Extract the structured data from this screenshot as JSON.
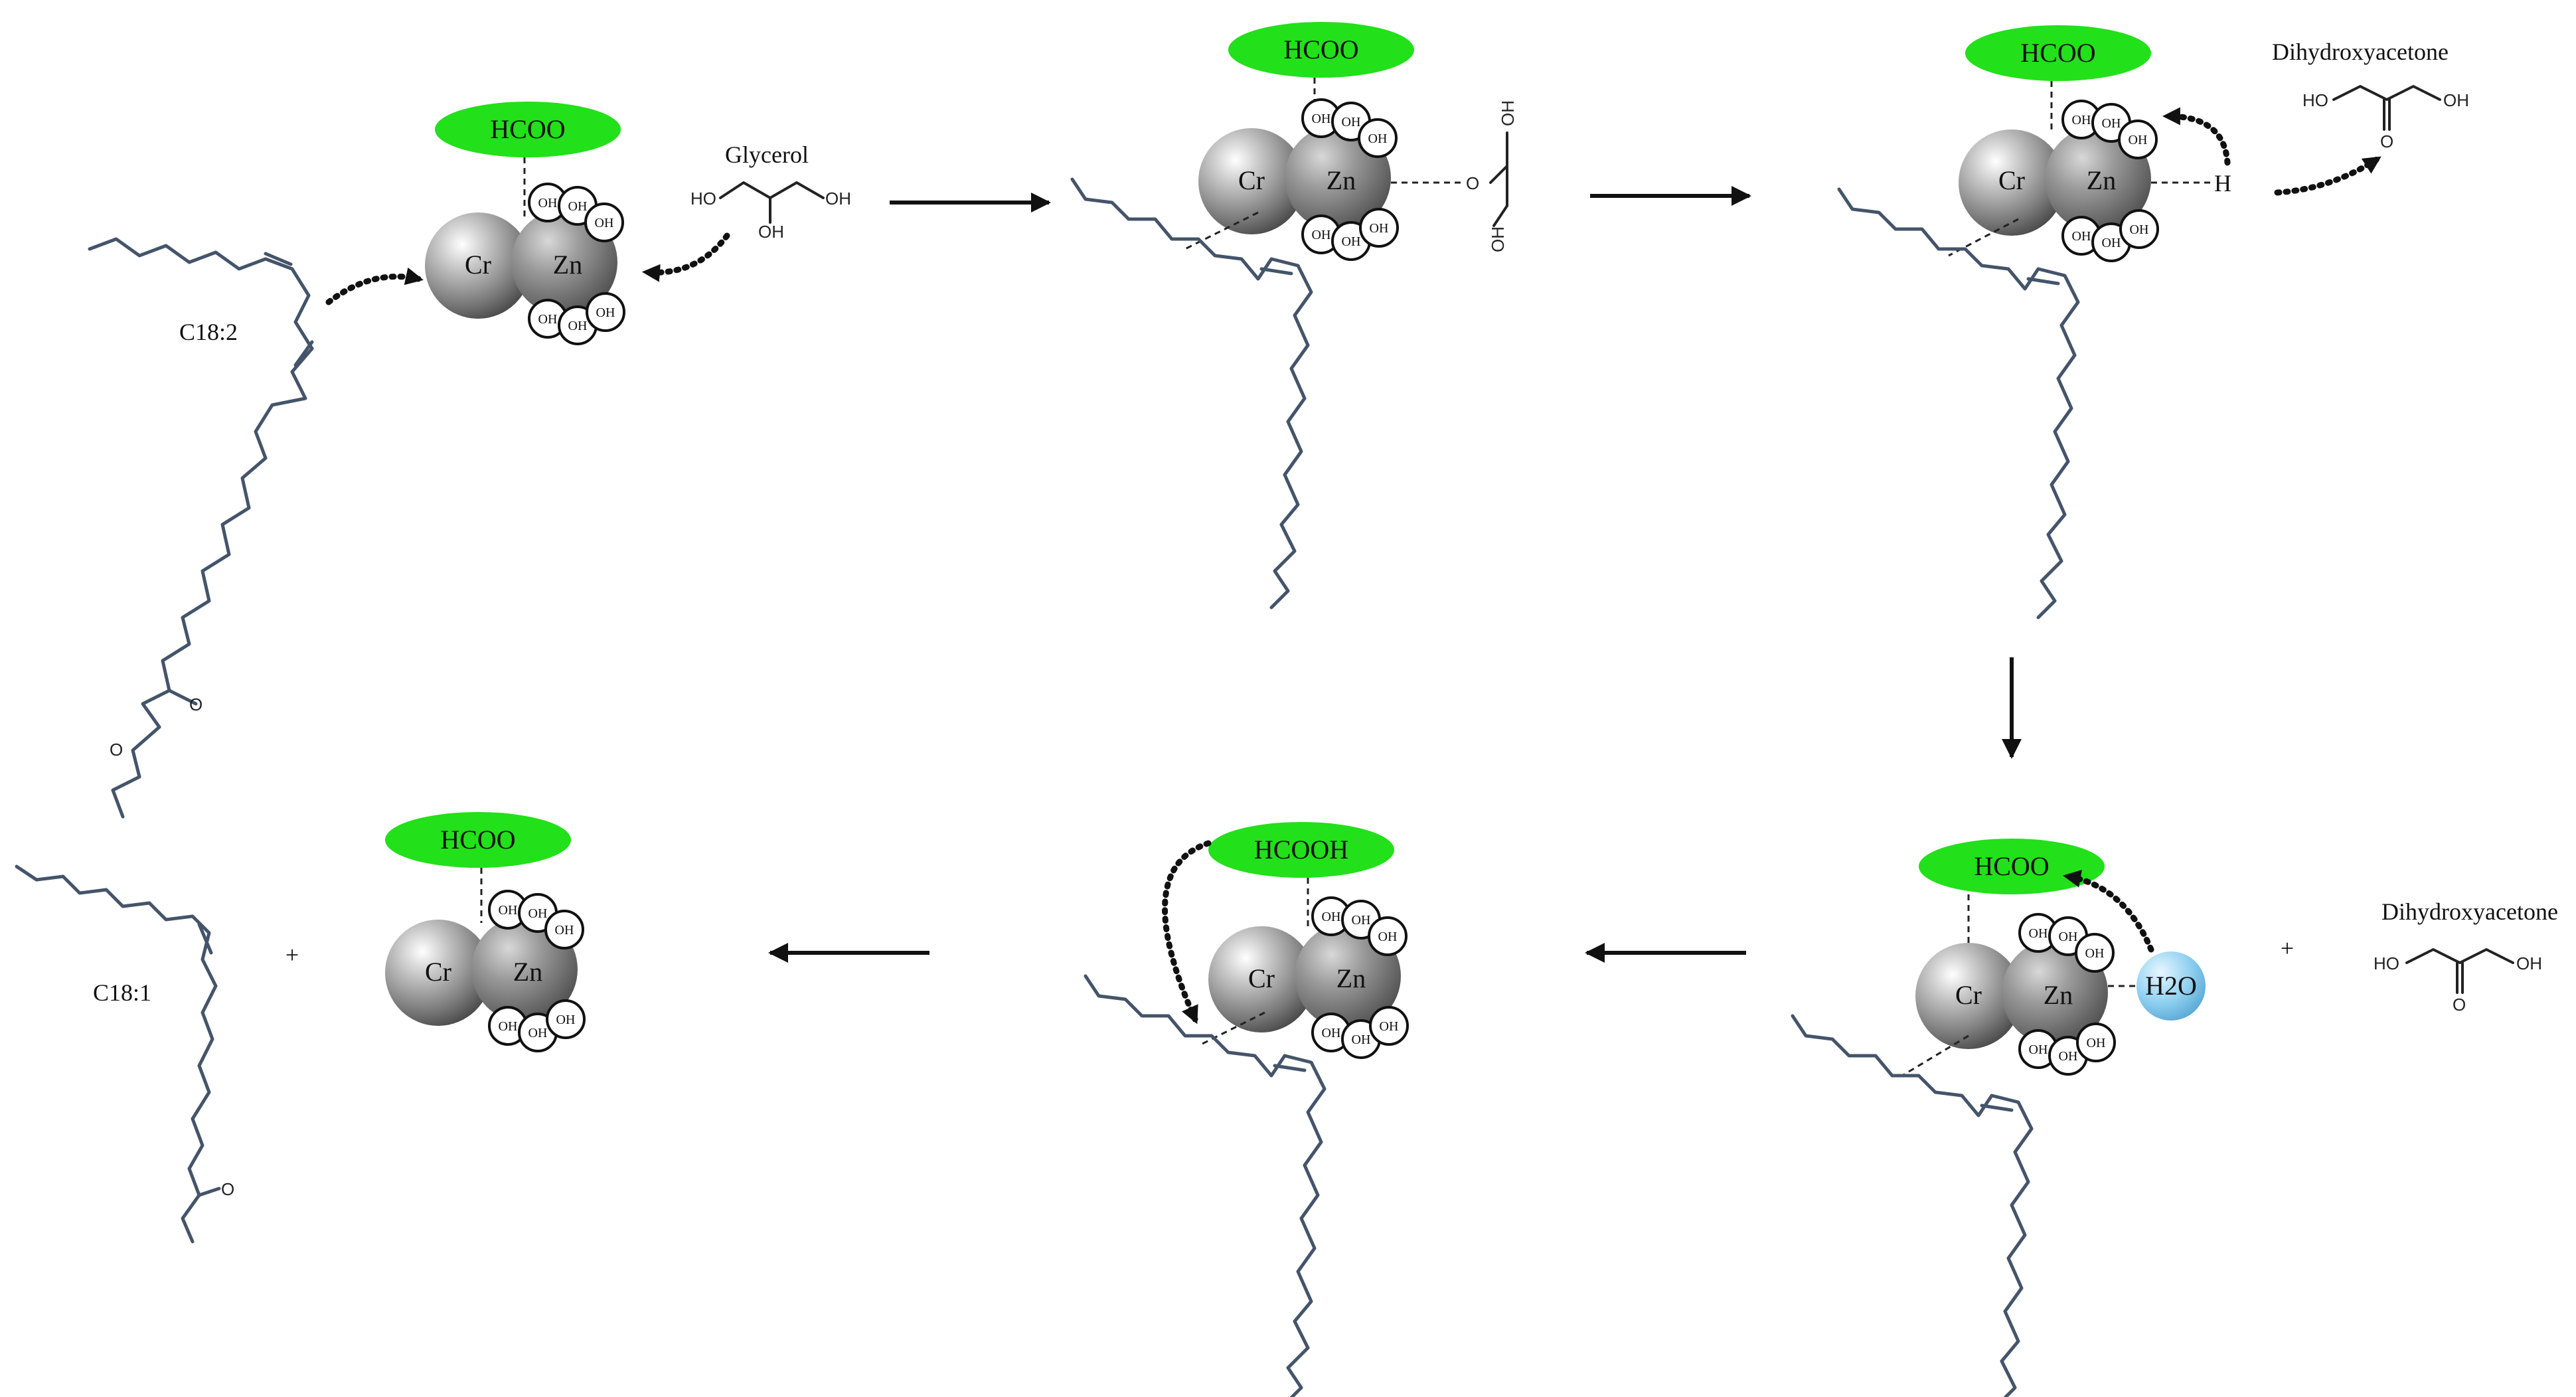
{
  "labels": {
    "hcoo": "HCOO",
    "hcooh": "HCOOH",
    "cr": "Cr",
    "zn": "Zn",
    "oh": "OH",
    "h2o": "H2O",
    "h": "H",
    "o": "O",
    "ho": "HO",
    "glycerol": "Glycerol",
    "dihydroxyacetone": "Dihydroxyacetone",
    "c182": "C18:2",
    "c181": "C18:1",
    "plus": "+"
  },
  "colors": {
    "hcoo_fill": "#22e01a",
    "cr_sphere": "#a8a8a8",
    "zn_sphere": "#8c8c8c",
    "h2o_fill": "#8ecff0",
    "chain_stroke": "#44546a"
  }
}
